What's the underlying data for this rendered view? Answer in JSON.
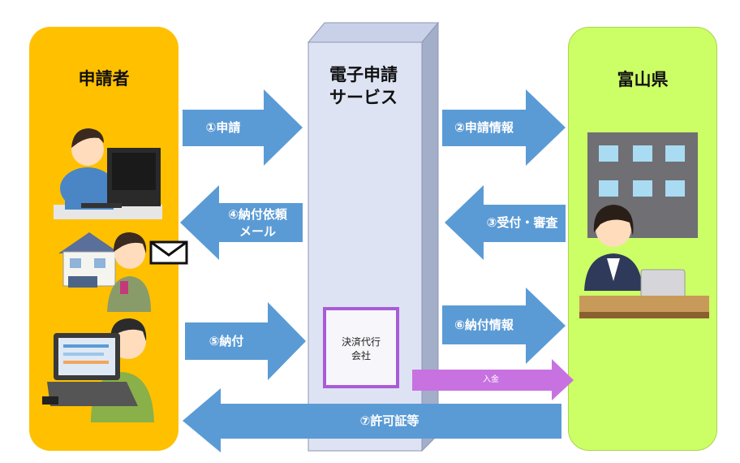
{
  "applicant": {
    "title": "申請者"
  },
  "service": {
    "title_line1": "電子申請",
    "title_line2": "サービス"
  },
  "prefecture": {
    "title": "富山県"
  },
  "steps": {
    "apply": "①申請",
    "application_info": "②申請情報",
    "receipt_review": "③受付・審査",
    "payment_request_line1": "④納付依頼",
    "payment_request_line2": "メール",
    "pay": "⑤納付",
    "payment_info": "⑥納付情報",
    "permit": "⑦許可証等"
  },
  "payment_agency": {
    "line1": "決済代行",
    "line2": "会社"
  },
  "deposit": "入金",
  "colors": {
    "applicant_panel": "#ffc000",
    "prefecture_panel": "#ccff66",
    "arrow": "#5b9bd5",
    "deposit_arrow": "#c772e0",
    "tower_front": "#dde3f3",
    "tower_side": "#a3aec9"
  },
  "icons": [
    "office-worker-at-computer",
    "house",
    "envelope",
    "woman-with-smartphone",
    "person-with-laptop",
    "office-building",
    "clerk-at-desk"
  ]
}
